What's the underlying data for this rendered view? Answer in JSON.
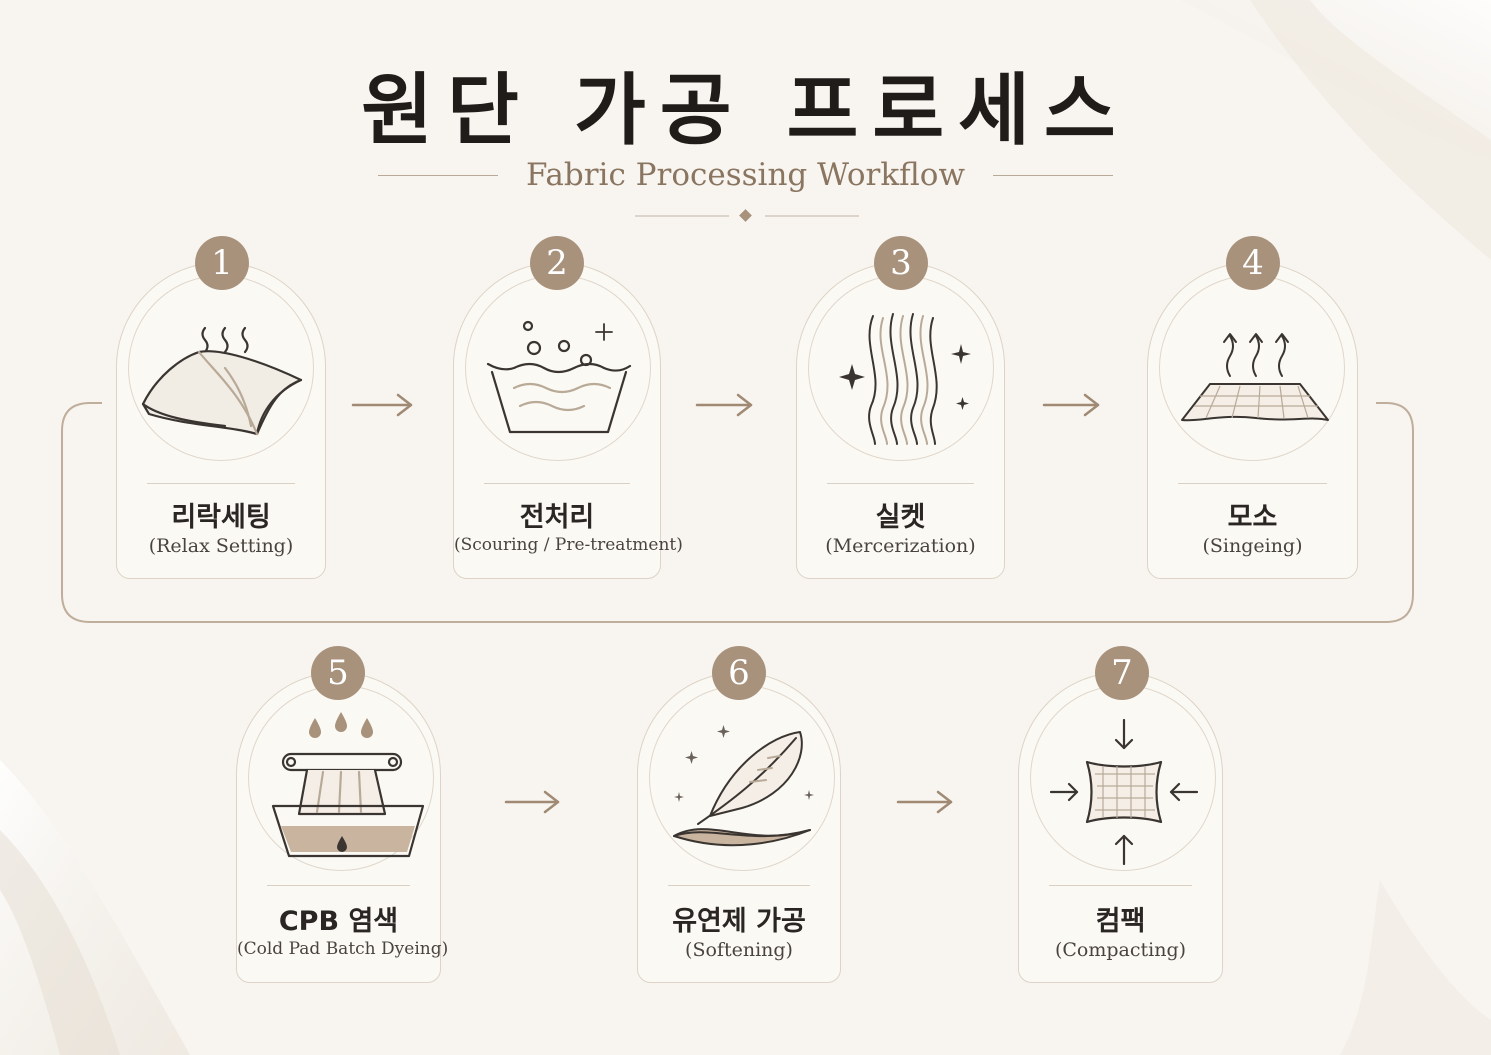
{
  "header": {
    "title": "원단 가공 프로세스",
    "subtitle": "Fabric Processing Workflow"
  },
  "steps": [
    {
      "number": "1",
      "name": "리락세팅",
      "english": "(Relax Setting)",
      "icon": "relaxed-fabric-steam-icon"
    },
    {
      "number": "2",
      "name": "전처리",
      "english": "(Scouring / Pre-treatment)",
      "icon": "washing-basin-bubbles-icon"
    },
    {
      "number": "3",
      "name": "실켓",
      "english": "(Mercerization)",
      "icon": "lustrous-fibers-sparkle-icon"
    },
    {
      "number": "4",
      "name": "모소",
      "english": "(Singeing)",
      "icon": "singed-fabric-rising-heat-icon"
    },
    {
      "number": "5",
      "name": "CPB 염색",
      "english": "(Cold Pad Batch Dyeing)",
      "icon": "dye-bath-roller-icon"
    },
    {
      "number": "6",
      "name": "유연제 가공",
      "english": "(Softening)",
      "icon": "feather-soft-fabric-icon"
    },
    {
      "number": "7",
      "name": "컴팩",
      "english": "(Compacting)",
      "icon": "compressed-fabric-arrows-icon"
    }
  ],
  "colors": {
    "accent": "#a8927c",
    "background": "#f8f5f0",
    "connector": "#bfae9b",
    "text": "#2b2724",
    "subtitle": "#8a7560"
  }
}
